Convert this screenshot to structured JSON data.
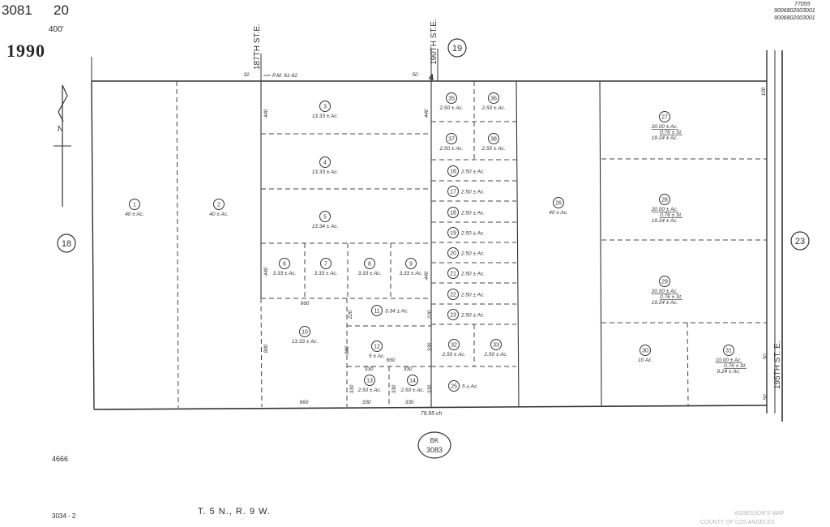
{
  "header": {
    "map_book": "3081",
    "map_page": "20",
    "scale": "400'",
    "year": "1990",
    "ref_codes": [
      "77055",
      "9006802003001",
      "9006802003001"
    ]
  },
  "footer": {
    "book_label": "BK",
    "book_number": "3083",
    "left_code": "4666",
    "sheet_ref": "3034 - 2",
    "township_range": "T. 5 N., R. 9 W.",
    "bottom_width": "79.95 ch",
    "assessor_stamp": "ASSESSOR'S MAP",
    "assessor_county": "COUNTY OF LOS ANGELES"
  },
  "streets": {
    "s187": "187TH ST.E.",
    "s190": "190TH ST.E.",
    "s195": "195TH ST. E."
  },
  "neighbor_pages": {
    "north": "19",
    "west": "18",
    "east": "23"
  },
  "map_notes": {
    "pm": "P.M. 61-62",
    "north_label": "N"
  },
  "dimensions": [
    {
      "t": "440"
    },
    {
      "t": "440"
    },
    {
      "t": "440"
    },
    {
      "t": "440"
    },
    {
      "t": "880"
    },
    {
      "t": "660"
    },
    {
      "t": "220"
    },
    {
      "t": "880"
    },
    {
      "t": "220"
    },
    {
      "t": "330"
    },
    {
      "t": "660"
    },
    {
      "t": "330"
    },
    {
      "t": "330"
    },
    {
      "t": "330"
    },
    {
      "t": "330"
    },
    {
      "t": "330"
    },
    {
      "t": "660"
    },
    {
      "t": "330"
    },
    {
      "t": "330"
    },
    {
      "t": "32"
    },
    {
      "t": "100"
    },
    {
      "t": "50"
    },
    {
      "t": "50"
    },
    {
      "t": "50"
    }
  ],
  "parcels": [
    {
      "num": "1",
      "area": "40 ± Ac."
    },
    {
      "num": "2",
      "area": "40 ± Ac."
    },
    {
      "num": "3",
      "area": "13.33 ± Ac."
    },
    {
      "num": "4",
      "area": "13.33 ± Ac."
    },
    {
      "num": "5",
      "area": "13.34 ± Ac."
    },
    {
      "num": "6",
      "area": "3.33 ± Ac."
    },
    {
      "num": "7",
      "area": "3.33 ± Ac."
    },
    {
      "num": "8",
      "area": "3.33 ± Ac."
    },
    {
      "num": "9",
      "area": "3.33 ± Ac."
    },
    {
      "num": "10",
      "area": "13.33 ± Ac."
    },
    {
      "num": "11",
      "area": "3.34 ± Ac."
    },
    {
      "num": "12",
      "area": "5 ± Ac."
    },
    {
      "num": "13",
      "area": "2.50 ± Ac."
    },
    {
      "num": "14",
      "area": "2.50 ± Ac."
    },
    {
      "num": "16",
      "area": "2.50 ± Ac."
    },
    {
      "num": "17",
      "area": "2.50 ± Ac."
    },
    {
      "num": "18",
      "area": "2.50 ± Ac."
    },
    {
      "num": "19",
      "area": "2.50 ± Ac."
    },
    {
      "num": "20",
      "area": "2.50 ± Ac."
    },
    {
      "num": "21",
      "area": "2.50 ± Ac."
    },
    {
      "num": "22",
      "area": "2.50 ± Ac."
    },
    {
      "num": "23",
      "area": "2.50 ± Ac."
    },
    {
      "num": "25",
      "area": "5 ± Ac."
    },
    {
      "num": "26",
      "area": "40 ± Ac."
    },
    {
      "num": "27",
      "area": "20.00 ± Ac.",
      "st": "0.76 ± St.",
      "net": "19.24 ± Ac."
    },
    {
      "num": "28",
      "area": "20.00 ± Ac.",
      "st": "0.76 ± St.",
      "net": "19.24 ± Ac."
    },
    {
      "num": "29",
      "area": "20.00 ± Ac.",
      "st": "0.76 ± St.",
      "net": "19.24 ± Ac."
    },
    {
      "num": "30",
      "area": "10 Ac."
    },
    {
      "num": "31",
      "area": "10.00 ± Ac.",
      "st": "0.76 ± St.",
      "net": "9.24 ± Ac."
    },
    {
      "num": "32",
      "area": "2.50 ± Ac."
    },
    {
      "num": "33",
      "area": "2.50 ± Ac."
    },
    {
      "num": "35",
      "area": "2.50 ± Ac."
    },
    {
      "num": "36",
      "area": "2.50 ± Ac."
    },
    {
      "num": "37",
      "area": "2.50 ± Ac."
    },
    {
      "num": "38",
      "area": "2.50 ± Ac."
    }
  ]
}
